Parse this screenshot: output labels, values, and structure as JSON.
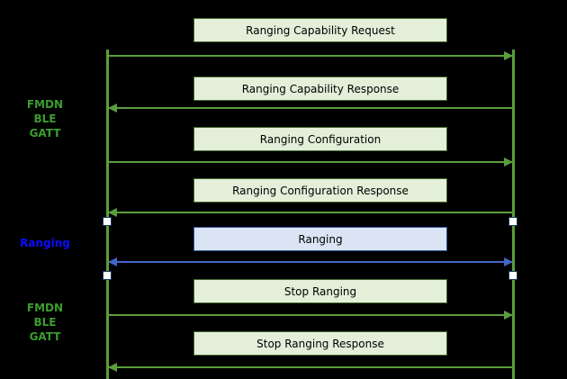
{
  "diagram_type": "sequence-diagram",
  "side_labels": [
    {
      "id": "gatt-top",
      "lines": [
        "FMDN",
        "BLE",
        "GATT"
      ],
      "color": "#3c9c30"
    },
    {
      "id": "ranging",
      "lines": [
        "Ranging"
      ],
      "color": "#0b0bff"
    },
    {
      "id": "gatt-bottom",
      "lines": [
        "FMDN",
        "BLE",
        "GATT"
      ],
      "color": "#3c9c30"
    }
  ],
  "messages": [
    {
      "label": "Ranging Capability Request",
      "direction": "right",
      "channel": "gatt"
    },
    {
      "label": "Ranging Capability Response",
      "direction": "left",
      "channel": "gatt"
    },
    {
      "label": "Ranging Configuration",
      "direction": "right",
      "channel": "gatt"
    },
    {
      "label": "Ranging Configuration Response",
      "direction": "left",
      "channel": "gatt"
    },
    {
      "label": "Ranging",
      "direction": "both",
      "channel": "ranging"
    },
    {
      "label": "Stop Ranging",
      "direction": "right",
      "channel": "gatt"
    },
    {
      "label": "Stop Ranging Response",
      "direction": "left",
      "channel": "gatt"
    }
  ],
  "colors": {
    "background": "#000000",
    "gatt_box_fill": "#e3efd9",
    "gatt_box_border": "#44682f",
    "gatt_arrow": "#5a9e3c",
    "ranging_box_fill": "#dbe4f4",
    "ranging_box_border": "#2f5597",
    "ranging_arrow": "#4464c8",
    "gatt_label_text": "#3c9c30",
    "ranging_label_text": "#0b0bff",
    "lifeline": "#5a9e3c",
    "marker_fill": "#ffffff",
    "marker_border": "#17365d"
  }
}
